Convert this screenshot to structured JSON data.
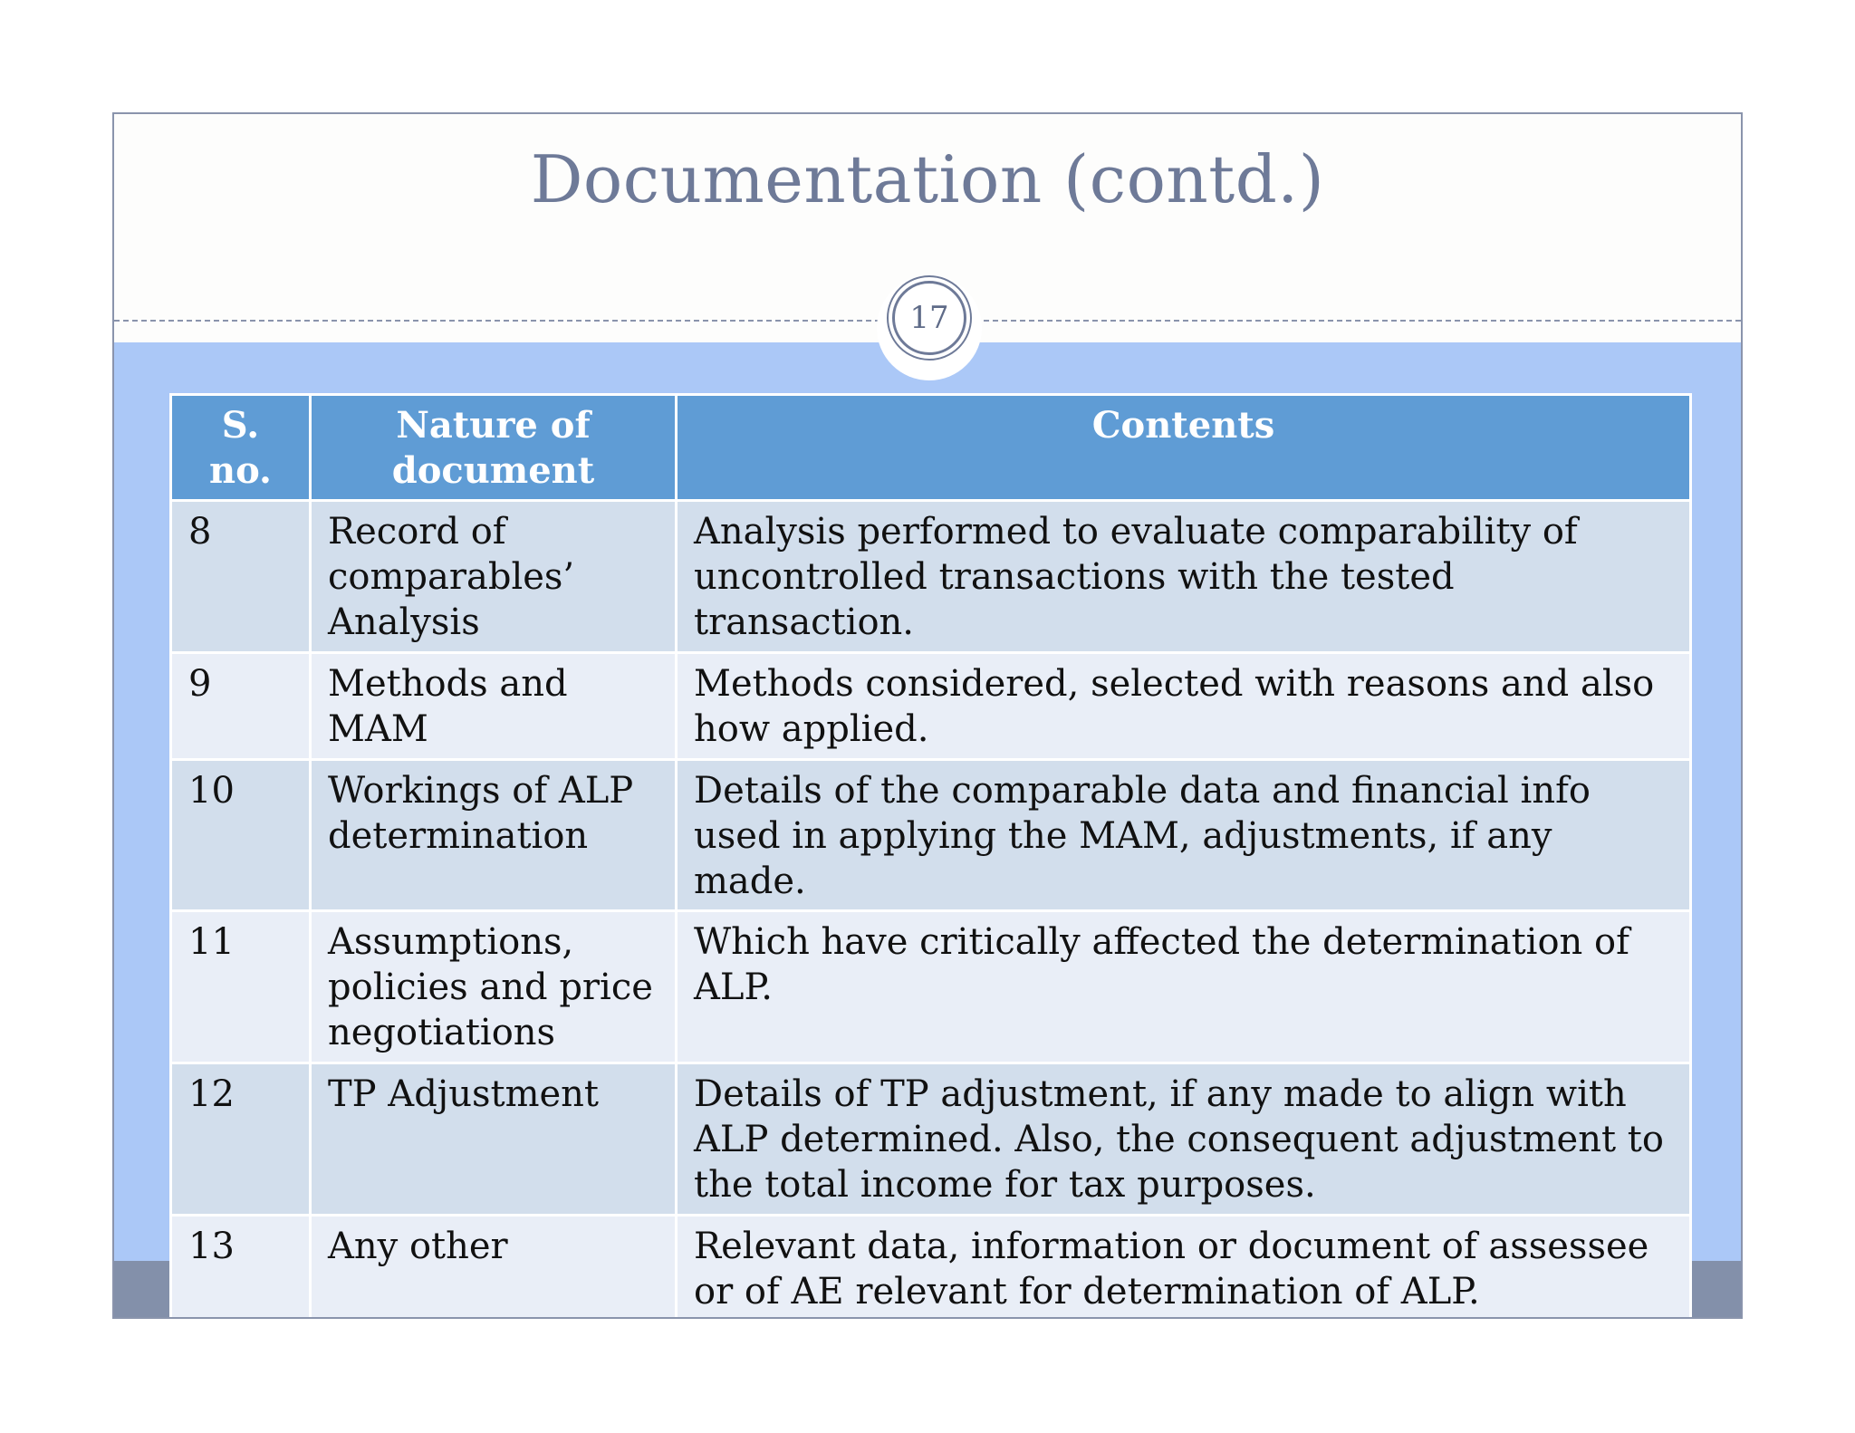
{
  "slide": {
    "title": "Documentation (contd.)",
    "page_number": "17"
  },
  "table": {
    "headers": [
      "S. no.",
      "Nature of document",
      "Contents"
    ],
    "rows": [
      {
        "sno": "8",
        "nature": "Record of comparables’ Analysis",
        "contents": "Analysis performed to evaluate comparability of uncontrolled transactions with the tested transaction."
      },
      {
        "sno": "9",
        "nature": "Methods and MAM",
        "contents": "Methods considered, selected with reasons and also how applied."
      },
      {
        "sno": "10",
        "nature": "Workings of ALP determination",
        "contents": "Details of the comparable data and financial info used in applying the MAM, adjustments, if any made."
      },
      {
        "sno": "11",
        "nature": "Assumptions, policies and price negotiations",
        "contents": "Which have critically affected the determination of ALP."
      },
      {
        "sno": "12",
        "nature": "TP Adjustment",
        "contents": "Details of TP adjustment, if any made to align with ALP determined. Also, the consequent adjustment to the total income for tax purposes."
      },
      {
        "sno": "13",
        "nature": "Any other",
        "contents": "Relevant data, information or document of assessee or of AE relevant for determination of ALP."
      }
    ]
  },
  "colors": {
    "title": "#6e7a98",
    "band": "#abc8f7",
    "header": "#5f9cd5",
    "row_odd": "#d2deec",
    "row_even": "#e9eef7",
    "bottom_band": "#8390aa"
  }
}
